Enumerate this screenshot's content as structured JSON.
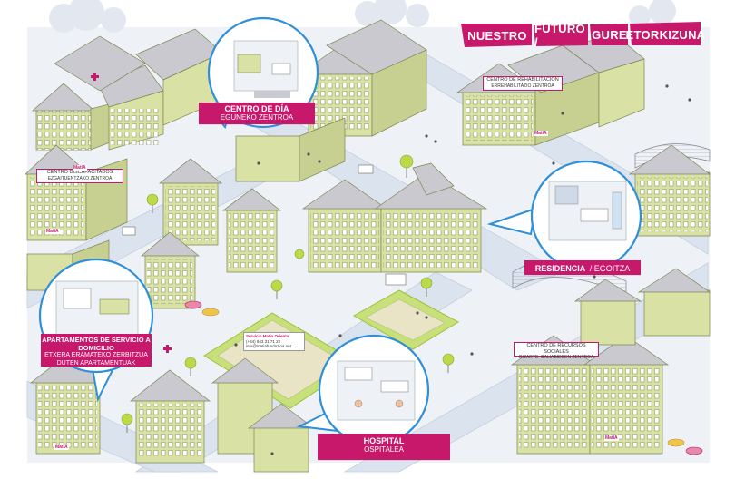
{
  "banner": {
    "word1": "NUESTRO",
    "word2": "FUTURO /",
    "word3": "GURE",
    "word4": "ETORKIZUNA"
  },
  "callouts": {
    "centro_dia": {
      "es": "CENTRO DE DÍA",
      "eu": "EGUNEKO ZENTROA"
    },
    "residencia": {
      "es": "RESIDENCIA",
      "eu": "/ EGOITZA"
    },
    "apartamentos": {
      "es": "APARTAMENTOS DE SERVICIO A DOMICILIO",
      "eu": "ETXERA ERAMATEKO ZERBITZUA DUTEN APARTAMENTUAK"
    },
    "hospital": {
      "es": "HOSPITAL",
      "eu": "OSPITALEA"
    }
  },
  "tags": {
    "rehabilitacion": {
      "es": "CENTRO DE REHABILITACIÓN",
      "eu": "ERREHABILITAZIO ZENTROA"
    },
    "discapacitados": {
      "es": "CENTRO DISCAPACITADOS",
      "eu": "EZGAITUENTZAKO ZENTROA"
    },
    "recursos": {
      "es": "CENTRO DE RECURSOS SOCIALES",
      "eu": "GIZARTE- BALIABIDEEN ZENTROA"
    }
  },
  "service_sign": {
    "title": "Servicio Matia Orienta",
    "phone": "(+34) 943 31 71 22",
    "email": "info@matiafundazioa.net"
  },
  "brand_marks": [
    "MatiA",
    "MatiA",
    "MatiA",
    "MatiA",
    "MatiA"
  ],
  "colors": {
    "accent": "#c8186c",
    "building": "#d9e2a4",
    "roof": "#c9c9cf",
    "street": "#dde4ee",
    "park": "#c7e07a",
    "bubble_border": "#2f8fd8",
    "sky": "#e9eef5"
  }
}
